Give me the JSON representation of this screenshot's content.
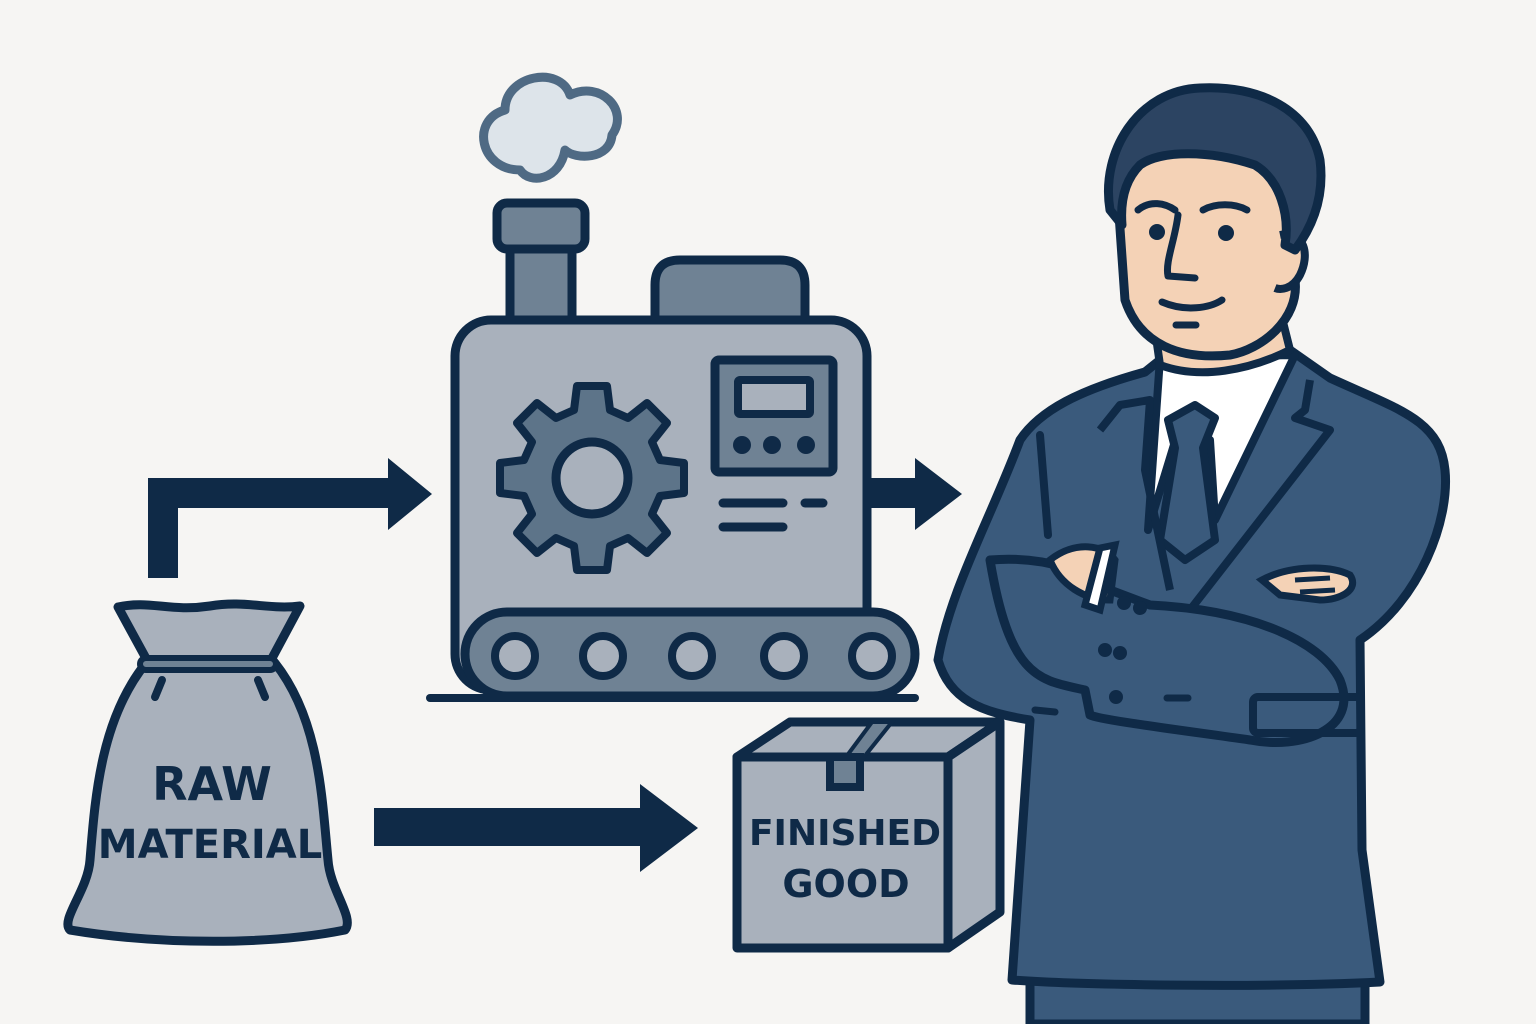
{
  "scene": {
    "title": "Raw material to finished good process",
    "background": "#f6f5f3"
  },
  "colors": {
    "outline": "#0f2a47",
    "arrow": "#0f2a47",
    "machine_body": "#a9b1bc",
    "machine_dark": "#6f8294",
    "gear": "#5d7489",
    "bag": "#a9b1bc",
    "box": "#a9b1bc",
    "suit": "#3a5a7c",
    "skin": "#f4d2b6",
    "hair": "#2c4462",
    "cloud_fill": "#dde4ea",
    "cloud_outline": "#4f6a84",
    "shirt": "#ffffff"
  },
  "bag": {
    "label_line1": "RAW",
    "label_line2": "MATERIAL"
  },
  "box": {
    "label_line1": "FINISHED",
    "label_line2": "GOOD"
  },
  "machine": {
    "icon": "gear-icon",
    "display": "control-panel",
    "buttons": 3,
    "rollers": 5
  },
  "arrows": [
    {
      "name": "raw-to-machine",
      "shape": "elbow-right"
    },
    {
      "name": "machine-out",
      "shape": "right"
    },
    {
      "name": "raw-to-finished",
      "shape": "right"
    }
  ],
  "person": {
    "description": "businessman in suit with crossed arms"
  }
}
